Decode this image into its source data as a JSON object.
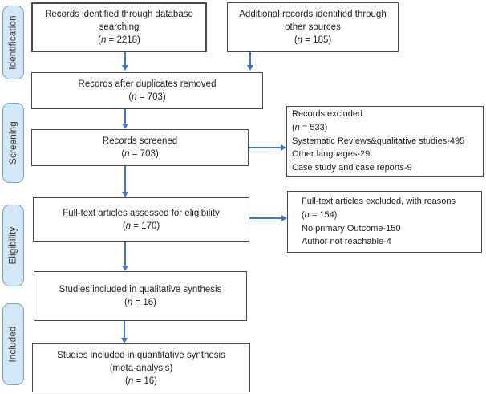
{
  "colors": {
    "arrow": "#4472c4",
    "stage-fill": "#d2e8f7",
    "stage-border": "#7aa3c2",
    "box-border": "#4a4a4a",
    "text": "#1c1c1c"
  },
  "stages": {
    "identification": "Identification",
    "screening": "Screening",
    "eligibility": "Eligibility",
    "included": "Included"
  },
  "boxes": {
    "identified": {
      "line1": "Records identified through database",
      "line2": "searching",
      "n": "(n = 2218)"
    },
    "additional": {
      "line1": "Additional records identified through",
      "line2": "other sources",
      "n": "(n = 185)"
    },
    "deduplicated": {
      "line1": "Records after duplicates removed",
      "n": "(n = 703)"
    },
    "screened": {
      "line1": "Records screened",
      "n": "(n = 703)"
    },
    "records_excluded": {
      "line1": "Records excluded",
      "n": "(n = 533)",
      "reason1": "Systematic Reviews&qualitative studies-495",
      "reason2": "Other languages-29",
      "reason3": "Case study and case reports-9"
    },
    "fulltext_assessed": {
      "line1": "Full-text articles assessed for eligibility",
      "n": "(n = 170)"
    },
    "fulltext_excluded": {
      "line1": "Full-text articles excluded, with reasons",
      "n": "(n = 154)",
      "reason1": "No primary Outcome-150",
      "reason2": "Author not reachable-4"
    },
    "qualitative": {
      "line1": "Studies included in qualitative synthesis",
      "n": "(n = 16)"
    },
    "quantitative": {
      "line1": "Studies included in quantitative synthesis",
      "line2": "(meta-analysis)",
      "n": "(n = 16)"
    }
  }
}
